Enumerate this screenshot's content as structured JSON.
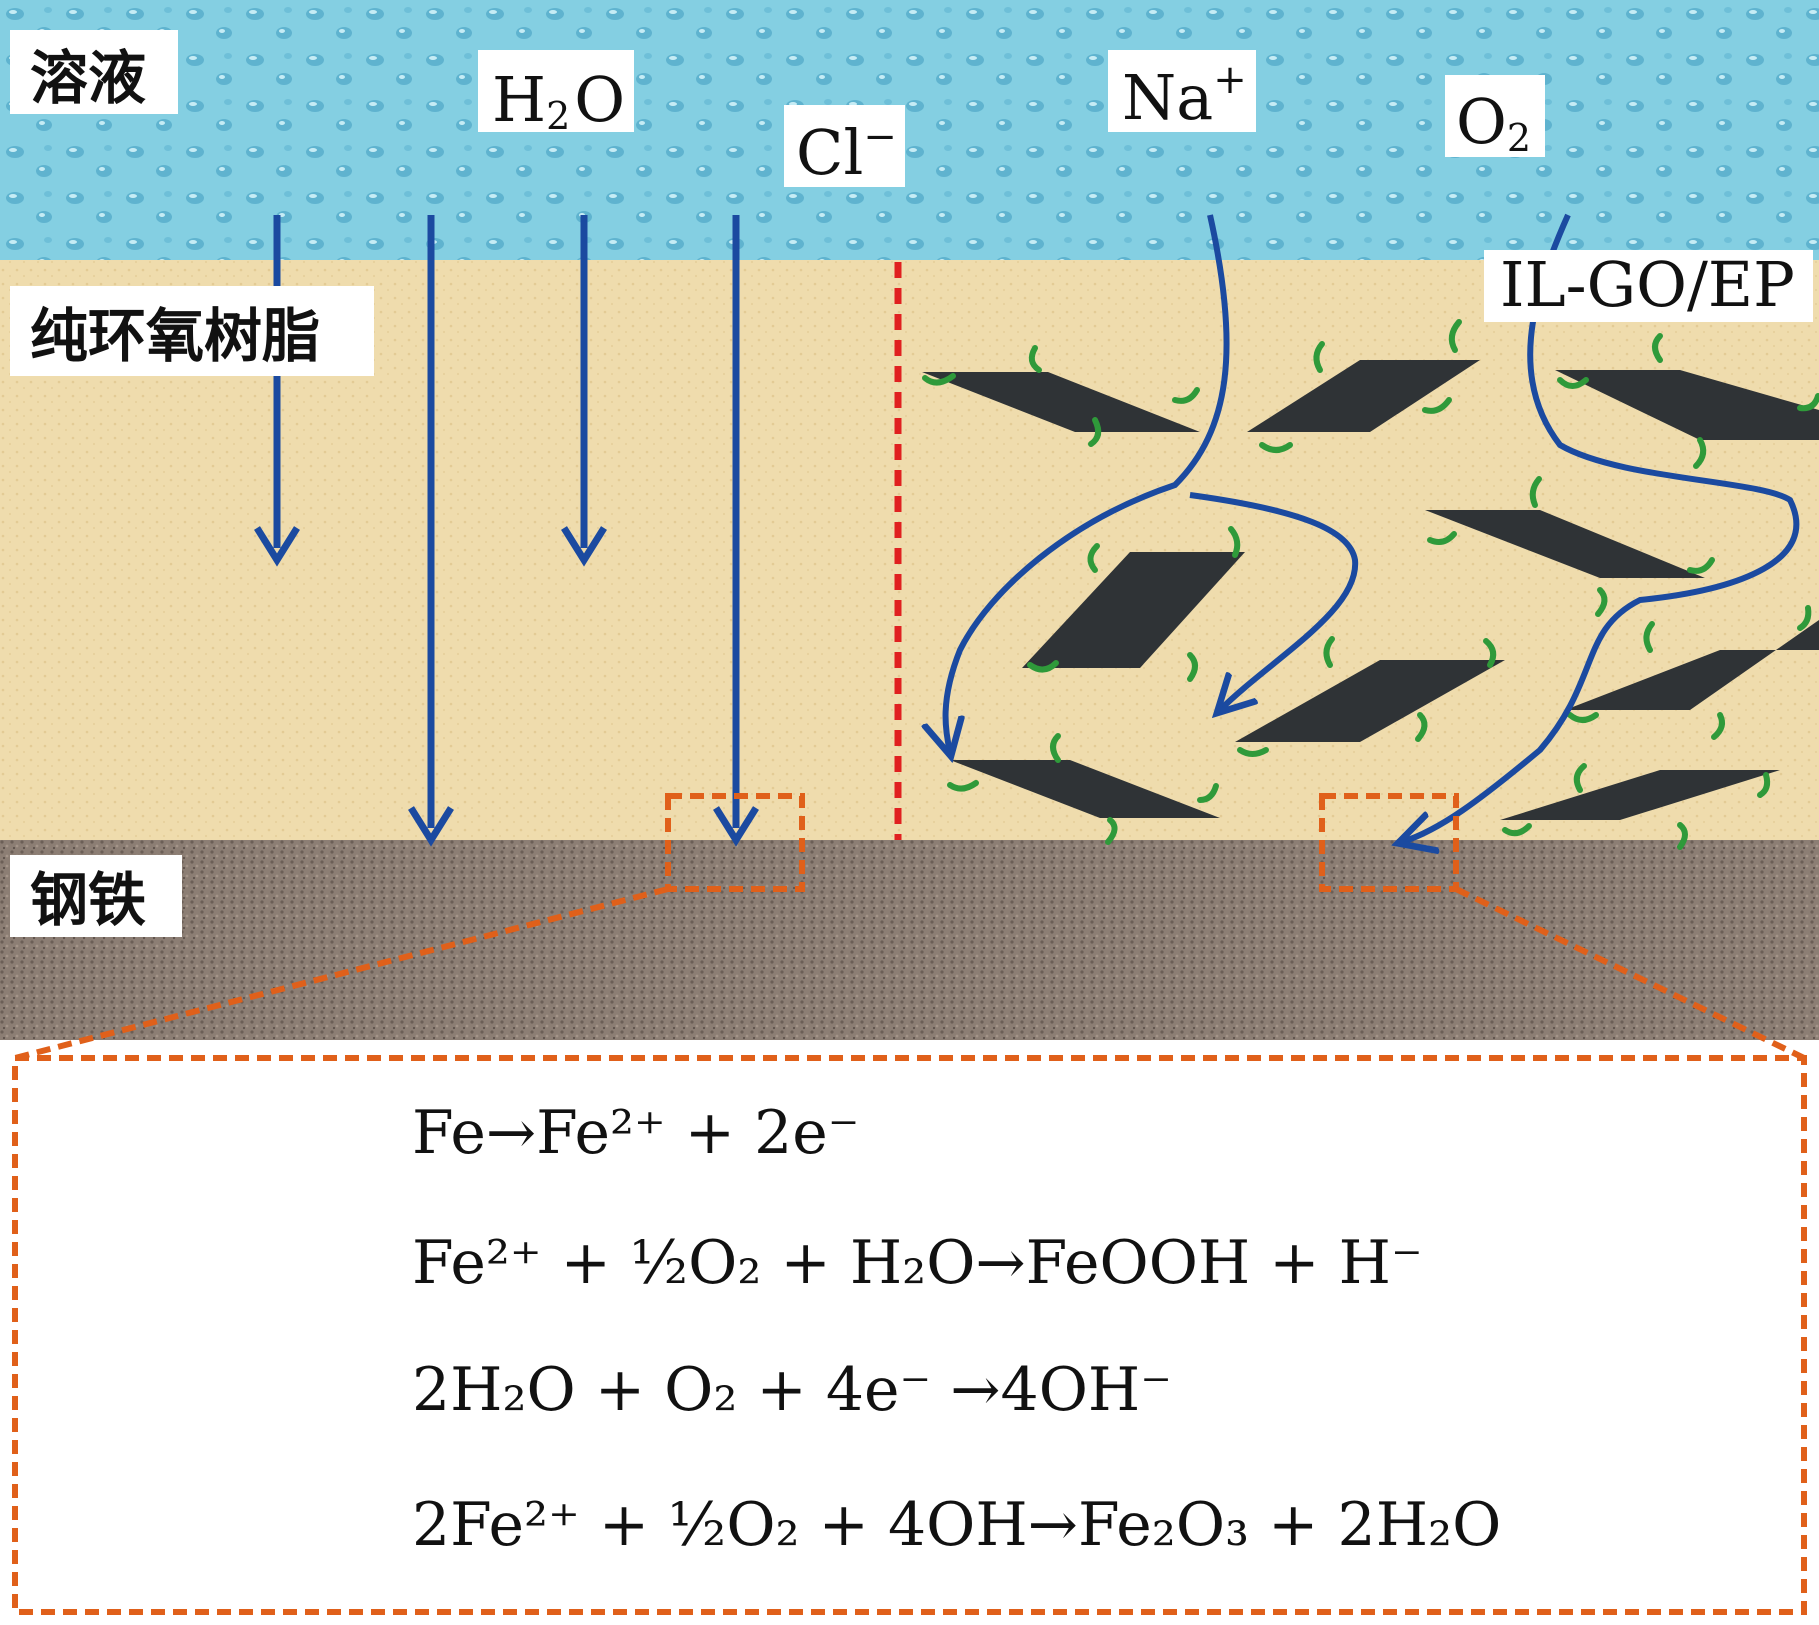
{
  "layers": {
    "solution": "溶液",
    "pure_epoxy": "纯环氧树脂",
    "steel": "钢铁",
    "composite": "IL-GO/EP"
  },
  "species": {
    "water": {
      "base": "H",
      "sub": "2",
      "tail": "O"
    },
    "chloride": {
      "base": "Cl",
      "sup": "−"
    },
    "sodium": {
      "base": "Na",
      "sup": "+"
    },
    "oxygen": {
      "base": "O",
      "sub": "2"
    }
  },
  "equations": [
    "Fe→Fe²⁺ + 2e⁻",
    "Fe²⁺ + ½O₂ + H₂O→FeOOH + H⁻",
    "2H₂O + O₂ + 4e⁻ →4OH⁻",
    "2Fe²⁺ + ½O₂ + 4OH→Fe₂O₃ + 2H₂O"
  ],
  "colors": {
    "solution": "#7ec8dc",
    "epoxy": "#eed9a8",
    "steel": "#8a7c72",
    "arrow": "#1b4aa0",
    "divider": "#e02020",
    "callout": "#e0601a",
    "sheet": "#2e3235",
    "sheet_tag": "#2f9a3a"
  }
}
